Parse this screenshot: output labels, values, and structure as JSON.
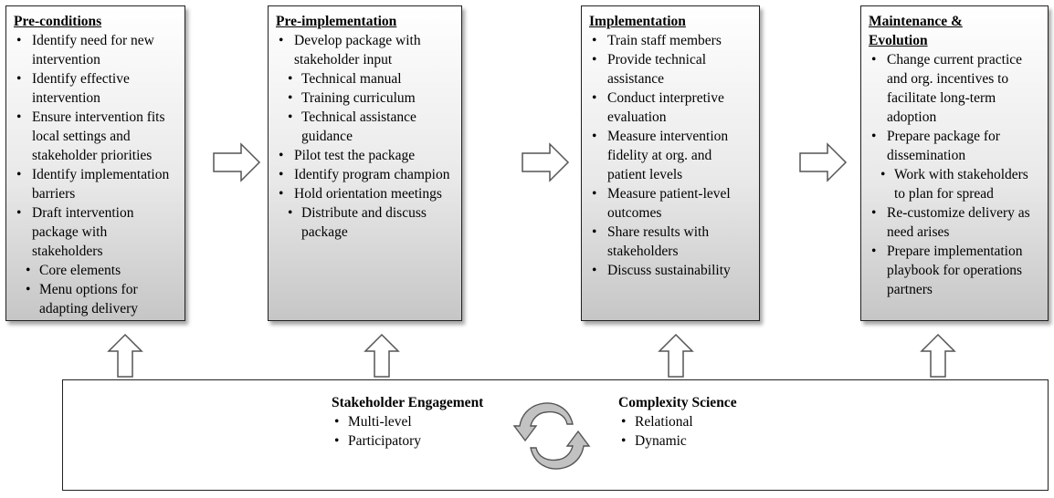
{
  "stages": [
    {
      "id": "pre-conditions",
      "title": "Pre-conditions",
      "items": [
        {
          "text": "Identify need for new intervention"
        },
        {
          "text": "Identify effective intervention"
        },
        {
          "text": "Ensure intervention fits local settings and stakeholder priorities"
        },
        {
          "text": "Identify implementation barriers"
        },
        {
          "text": "Draft intervention package with stakeholders",
          "subitems": [
            "Core elements",
            "Menu options for adapting delivery"
          ]
        }
      ]
    },
    {
      "id": "pre-implementation",
      "title": "Pre-implementation",
      "items": [
        {
          "text": "Develop package with stakeholder input",
          "subitems": [
            "Technical manual",
            "Training curriculum",
            "Technical assistance guidance"
          ]
        },
        {
          "text": "Pilot test the package"
        },
        {
          "text": "Identify program champion"
        },
        {
          "text": "Hold orientation meetings",
          "subitems": [
            "Distribute and discuss package"
          ]
        }
      ]
    },
    {
      "id": "implementation",
      "title": "Implementation",
      "items": [
        {
          "text": "Train staff members"
        },
        {
          "text": "Provide technical assistance"
        },
        {
          "text": "Conduct interpretive evaluation"
        },
        {
          "text": "Measure intervention fidelity at org. and patient levels"
        },
        {
          "text": "Measure patient-level outcomes"
        },
        {
          "text": "Share results with stakeholders"
        },
        {
          "text": "Discuss sustainability"
        }
      ]
    },
    {
      "id": "maintenance-evolution",
      "title": "Maintenance &\nEvolution",
      "items": [
        {
          "text": "Change current practice and org. incentives to facilitate long-term adoption"
        },
        {
          "text": "Prepare package for dissemination",
          "subitems": [
            "Work with stakeholders to plan for spread"
          ]
        },
        {
          "text": "Re-customize delivery as need arises"
        },
        {
          "text": "Prepare implementation playbook for operations partners"
        }
      ]
    }
  ],
  "foundation": {
    "stakeholder_engagement": {
      "title": "Stakeholder Engagement",
      "items": [
        "Multi-level",
        "Participatory"
      ]
    },
    "complexity_science": {
      "title": "Complexity Science",
      "items": [
        "Relational",
        "Dynamic"
      ]
    }
  },
  "colors": {
    "border": "#222222",
    "gradient_top": "#ffffff",
    "gradient_bottom": "#c6c6c6",
    "cycle_arrow": "#c2c2c2"
  }
}
